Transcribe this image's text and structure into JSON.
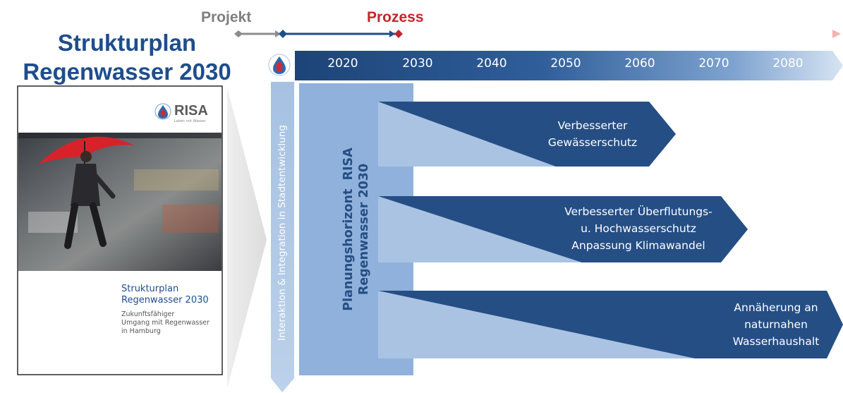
{
  "title": {
    "line1": "Strukturplan",
    "line2": "Regenwasser 2030"
  },
  "phases": {
    "projekt": "Projekt",
    "prozess": "Prozess"
  },
  "timeline": {
    "years": [
      "2020",
      "2030",
      "2040",
      "2050",
      "2060",
      "2070",
      "2080"
    ]
  },
  "side_bar": {
    "label": "Interaktion & Integration in Stadtentwicklung"
  },
  "planning_horizon": {
    "line1": "Planungshorizont  RISA",
    "line2": "Regenwasser 2030"
  },
  "goals": [
    {
      "lines": [
        "Verbesserter",
        "Gewässerschutz"
      ]
    },
    {
      "lines": [
        "Verbesserter Überflutungs-",
        "u. Hochwasserschutz",
        "Anpassung Klimawandel"
      ]
    },
    {
      "lines": [
        "Annäherung an",
        "naturnahen",
        "Wasserhaushalt"
      ]
    }
  ],
  "cover": {
    "logo_text": "RISA",
    "logo_sub": "Leben mit Wasser",
    "title_line1": "Strukturplan",
    "title_line2": "Regenwasser 2030",
    "sub_line1": "Zukunftsfähiger",
    "sub_line2": "Umgang mit Regenwasser",
    "sub_line3": "in Hamburg"
  },
  "colors": {
    "dark_blue": "#254e84",
    "light_blue": "#aac3e3",
    "mid_blue": "#8fb1db",
    "project_gray": "#7f7f7f",
    "process_red": "#c0272d",
    "title_blue": "#1f4d8c"
  }
}
